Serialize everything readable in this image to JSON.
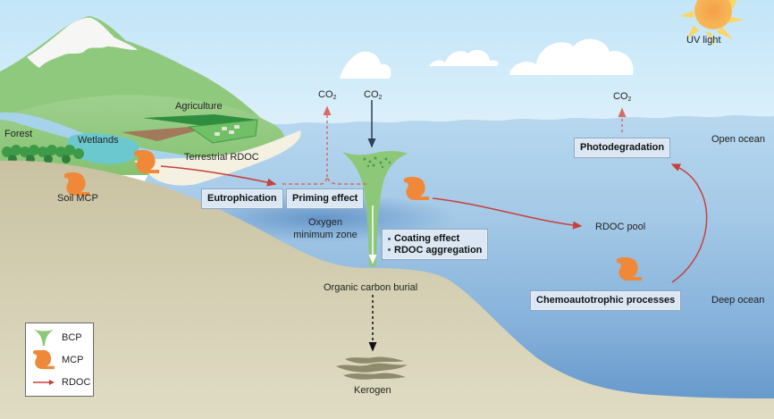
{
  "diagram": {
    "sky": {
      "uv_label": "UV light"
    },
    "land": {
      "agriculture_label": "Agriculture",
      "forest_label": "Forest",
      "wetlands_label": "Wetlands",
      "terrestrial_rdoc_label": "Terrestrial RDOC",
      "soil_mcp_label": "Soil MCP"
    },
    "ocean": {
      "co2_label_left": "CO",
      "co2_label_center": "CO",
      "co2_label_right": "CO",
      "co2_subscript": "2",
      "eutrophication_box": "Eutrophication",
      "priming_box": "Priming effect",
      "omz_label_line1": "Oxygen",
      "omz_label_line2": "minimum zone",
      "bcp_effects": [
        "Coating effect",
        "RDOC aggregation"
      ],
      "rdoc_pool_label": "RDOC pool",
      "photodegradation_box": "Photodegradation",
      "chemoautotrophic_box": "Chemoautotrophic processes",
      "open_ocean_label": "Open ocean",
      "deep_ocean_label": "Deep ocean"
    },
    "sediment": {
      "burial_label": "Organic carbon burial",
      "kerogen_label": "Kerogen"
    },
    "legend": {
      "items": [
        {
          "symbol": "bcp-funnel",
          "label": "BCP"
        },
        {
          "symbol": "mcp-pump",
          "label": "MCP"
        },
        {
          "symbol": "red-arrow",
          "label": "RDOC"
        }
      ]
    },
    "colors": {
      "rdoc_arrow": "#c8403c",
      "bcp_green": "#8cc878",
      "mcp_orange": "#f0883a",
      "sky_top": "#c4e6f8",
      "ocean_surface": "#b4d6ee",
      "ocean_deep": "#6c9ed0",
      "sediment": "#d6d1b6"
    }
  }
}
